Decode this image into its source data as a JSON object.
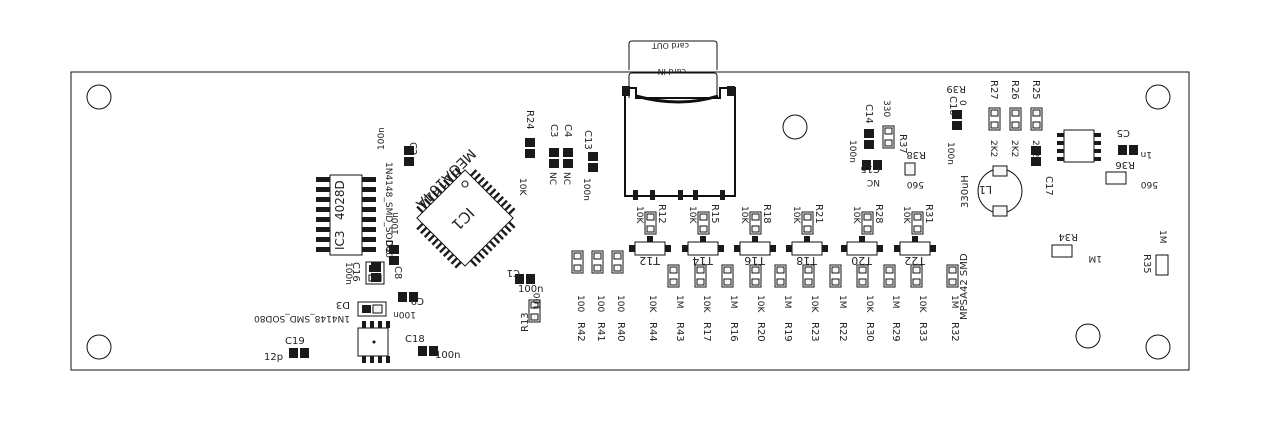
{
  "board": {
    "ic1": {
      "ref": "IC1",
      "part": "MEGA164A"
    },
    "ic3": {
      "ref": "IC3",
      "part": "4028D"
    },
    "card_in": "card IN",
    "card_out": "card OUT",
    "l1": {
      "ref": "L1",
      "value": "330uH"
    },
    "transistor_part": "MPSA42 SMD",
    "diodes": [
      {
        "ref": "D2",
        "part": "1N4148_SMD_SOD80"
      },
      {
        "ref": "D3",
        "part": "1N4148_SMD_SOD80"
      }
    ],
    "caps": [
      {
        "ref": "C1",
        "value": "100n"
      },
      {
        "ref": "C2",
        "value": "100n"
      },
      {
        "ref": "C3",
        "value": "NC"
      },
      {
        "ref": "C4",
        "value": "NC"
      },
      {
        "ref": "C5",
        "value": "1n"
      },
      {
        "ref": "C8",
        "value": "100n"
      },
      {
        "ref": "C9",
        "value": "100n"
      },
      {
        "ref": "C10",
        "value": "100n"
      },
      {
        "ref": "C13",
        "value": "100n"
      },
      {
        "ref": "C14",
        "value": "100n"
      },
      {
        "ref": "C15",
        "value": "NC"
      },
      {
        "ref": "C16",
        "value": "100n"
      },
      {
        "ref": "C17",
        "value": ""
      },
      {
        "ref": "C18",
        "value": "100n"
      },
      {
        "ref": "C19",
        "value": "12p"
      }
    ],
    "resistors_top": [
      {
        "ref": "R12",
        "value": "10K"
      },
      {
        "ref": "R15",
        "value": "10K"
      },
      {
        "ref": "R18",
        "value": "10K"
      },
      {
        "ref": "R21",
        "value": "10K"
      },
      {
        "ref": "R28",
        "value": "10K"
      },
      {
        "ref": "R31",
        "value": "10K"
      }
    ],
    "transistors": [
      "T12",
      "T14",
      "T16",
      "T18",
      "T20",
      "T22"
    ],
    "resistors_bottom": [
      {
        "ref": "R42",
        "value": "100"
      },
      {
        "ref": "R41",
        "value": "100"
      },
      {
        "ref": "R40",
        "value": "100"
      },
      {
        "ref": "R44",
        "value": "10K"
      },
      {
        "ref": "R43",
        "value": "1M"
      },
      {
        "ref": "R17",
        "value": "10K"
      },
      {
        "ref": "R16",
        "value": "1M"
      },
      {
        "ref": "R20",
        "value": "10K"
      },
      {
        "ref": "R19",
        "value": "1M"
      },
      {
        "ref": "R23",
        "value": "10K"
      },
      {
        "ref": "R22",
        "value": "1M"
      },
      {
        "ref": "R30",
        "value": "10K"
      },
      {
        "ref": "R29",
        "value": "1M"
      },
      {
        "ref": "R33",
        "value": "10K"
      },
      {
        "ref": "R32",
        "value": "1M"
      }
    ],
    "misc_resistors": [
      {
        "ref": "R24",
        "value": "10K"
      },
      {
        "ref": "R13",
        "value": "100"
      },
      {
        "ref": "R34",
        "value": "1M"
      },
      {
        "ref": "R35",
        "value": "1M"
      },
      {
        "ref": "R36",
        "value": "560"
      },
      {
        "ref": "R37",
        "value": "330"
      },
      {
        "ref": "R38",
        "value": "560"
      },
      {
        "ref": "R39",
        "value": "0"
      },
      {
        "ref": "R25",
        "value": "2K2"
      },
      {
        "ref": "R26",
        "value": "2K2"
      },
      {
        "ref": "R27",
        "value": "2K2"
      }
    ]
  }
}
